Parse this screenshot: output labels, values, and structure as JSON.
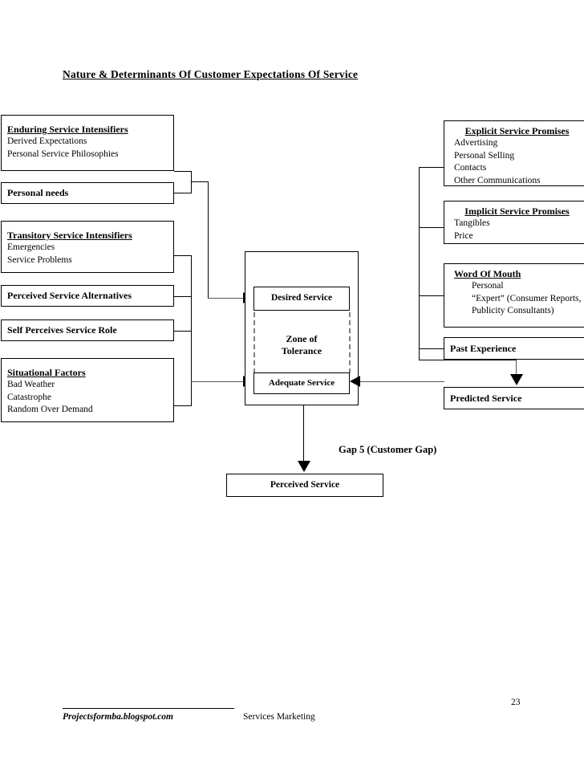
{
  "document": {
    "title": "Nature & Determinants Of Customer Expectations Of Service",
    "page_number": "23"
  },
  "left_column": [
    {
      "name": "enduring-service-intensifiers",
      "heading": "Enduring Service Intensifiers",
      "underlined": true,
      "lines": [
        "Derived Expectations",
        "Personal Service Philosophies"
      ]
    },
    {
      "name": "personal-needs",
      "heading": "Personal needs",
      "underlined": false,
      "lines": []
    },
    {
      "name": "transitory-service-intensifiers",
      "heading": "Transitory Service Intensifiers",
      "underlined": true,
      "lines": [
        "Emergencies",
        "Service Problems"
      ]
    },
    {
      "name": "perceived-service-alternatives",
      "heading": "Perceived Service Alternatives",
      "underlined": false,
      "lines": []
    },
    {
      "name": "self-perceives-service-role",
      "heading": "Self Perceives Service Role",
      "underlined": false,
      "lines": []
    },
    {
      "name": "situational-factors",
      "heading": "Situational Factors",
      "underlined": true,
      "lines": [
        "Bad Weather",
        "Catastrophe",
        "Random Over Demand"
      ]
    }
  ],
  "right_column": [
    {
      "name": "explicit-service-promises",
      "heading": "Explicit Service Promises",
      "lines": [
        "Advertising",
        "Personal Selling",
        "Contacts",
        "Other Communications"
      ]
    },
    {
      "name": "implicit-service-promises",
      "heading": "Implicit Service Promises",
      "lines": [
        "Tangibles",
        "Price"
      ]
    },
    {
      "name": "word-of-mouth",
      "heading": "Word Of Mouth",
      "lines": [
        "Personal",
        "“Expert” (Consumer Reports,",
        "Publicity Consultants)"
      ]
    },
    {
      "name": "past-experience",
      "heading": "Past Experience",
      "lines": []
    },
    {
      "name": "predicted-service",
      "heading": "Predicted Service",
      "lines": []
    }
  ],
  "center": {
    "desired_service": "Desired Service",
    "zone_of_tolerance_line1": "Zone of",
    "zone_of_tolerance_line2": "Tolerance",
    "adequate_service": "Adequate Service",
    "perceived_service": "Perceived Service",
    "gap_label": "Gap 5 (Customer Gap)"
  },
  "footer": {
    "left": "Projectsformba.blogspot.com",
    "right": "Services Marketing"
  },
  "colors": {
    "ink": "#000000",
    "dashed_guide": "#808080",
    "paper": "#ffffff"
  }
}
